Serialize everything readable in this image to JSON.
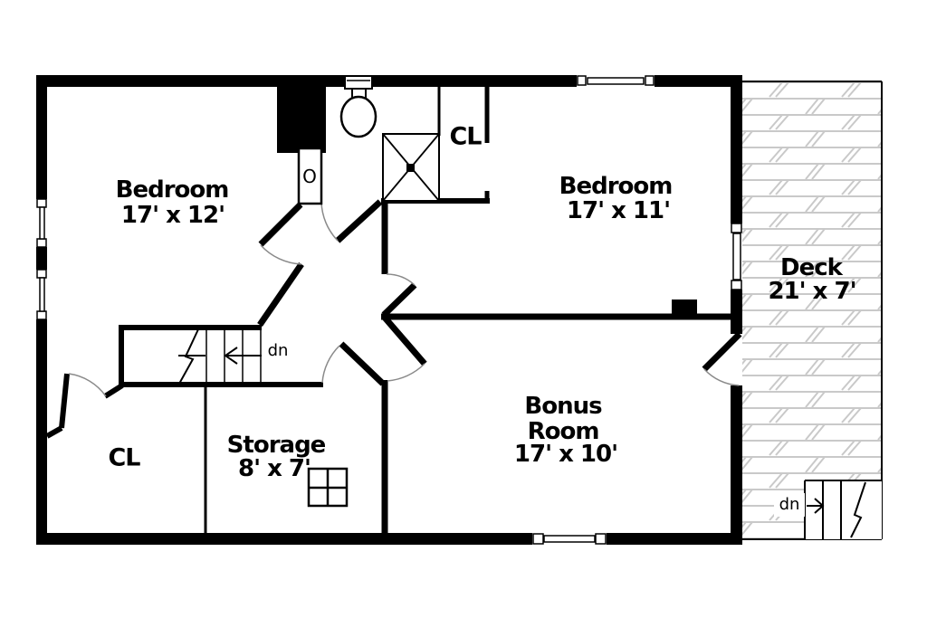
{
  "rooms": {
    "bedroom1": {
      "name": "Bedroom",
      "dims": "17' x 12'"
    },
    "bedroom2": {
      "name": "Bedroom",
      "dims": "17' x 11'"
    },
    "deck": {
      "name": "Deck",
      "dims": "21' x 7'"
    },
    "bonus": {
      "name_line1": "Bonus",
      "name_line2": "Room",
      "dims": "17' x 10'"
    },
    "storage": {
      "name": "Storage",
      "dims": "8' x 7'"
    },
    "closet_hall": {
      "name": "CL"
    },
    "closet_bath": {
      "name": "CL"
    }
  },
  "annotations": {
    "stairs_main_down": "dn",
    "stairs_deck_down": "dn",
    "sink": "O"
  },
  "colors": {
    "wall": "#000000",
    "door_arc": "#8a8a8a",
    "deck_pattern_line": "#c9c9c9",
    "background": "#ffffff"
  }
}
